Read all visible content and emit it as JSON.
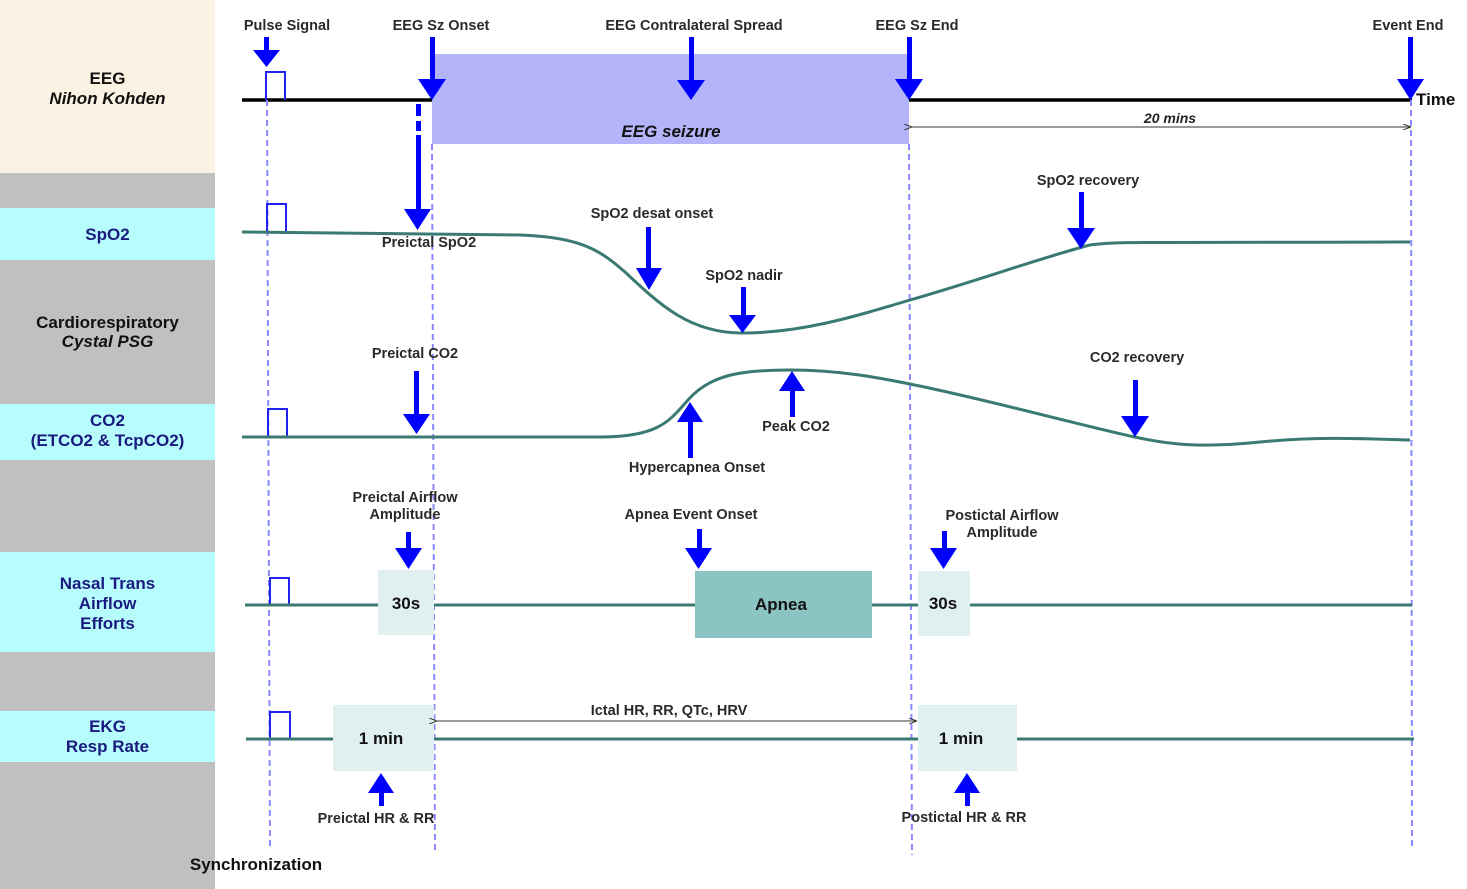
{
  "rows": {
    "eeg": {
      "title": "EEG",
      "subtitle": "Nihon Kohden"
    },
    "spo2": {
      "title": "SpO2"
    },
    "cardio": {
      "title": "Cardiorespiratory",
      "subtitle": "Cystal PSG"
    },
    "co2": {
      "title": "CO2",
      "subtitle": "(ETCO2 & TcpCO2)"
    },
    "nasal": {
      "line1": "Nasal Trans",
      "line2": "Airflow",
      "line3": "Efforts"
    },
    "ekg": {
      "line1": "EKG",
      "line2": "Resp Rate"
    }
  },
  "footer": {
    "synchronization": "Synchronization"
  },
  "colors": {
    "eeg_panel": "#fbf2e3",
    "gray_panel": "#c0c0c0",
    "cyan_panel": "#b8fdfd",
    "arrow_blue": "#0000ff",
    "seizure_fill": "#b4b4fb",
    "signal_line": "#3a7a72",
    "apnea_fill": "#8cc4c4",
    "window_fill": "#e0f0f0",
    "sync_dash": "#8888ff"
  },
  "eeg_track": {
    "markers": {
      "pulse_signal": "Pulse Signal",
      "sz_onset": "EEG Sz Onset",
      "contralateral_spread": "EEG Contralateral Spread",
      "sz_end": "EEG Sz End",
      "event_end": "Event End"
    },
    "seizure_label": "EEG seizure",
    "time_axis_label": "Time",
    "postictal_duration": "20 mins"
  },
  "spo2_track": {
    "preictal": "Preictal SpO2",
    "desat_onset": "SpO2 desat onset",
    "nadir": "SpO2 nadir",
    "recovery": "SpO2 recovery"
  },
  "co2_track": {
    "preictal": "Preictal CO2",
    "hypercapnea_onset": "Hypercapnea Onset",
    "peak": "Peak CO2",
    "recovery": "CO2 recovery"
  },
  "airflow_track": {
    "preictal_line1": "Preictal Airflow",
    "preictal_line2": "Amplitude",
    "apnea_onset": "Apnea Event Onset",
    "postictal_line1": "Postictal Airflow",
    "postictal_line2": "Amplitude",
    "preictal_window": "30s",
    "apnea_box": "Apnea",
    "postictal_window": "30s"
  },
  "ekg_track": {
    "preictal_window": "1 min",
    "postictal_window": "1 min",
    "ictal_measures": "Ictal HR, RR, QTc, HRV",
    "preictal": "Preictal HR & RR",
    "postictal": "Postictal HR & RR"
  }
}
